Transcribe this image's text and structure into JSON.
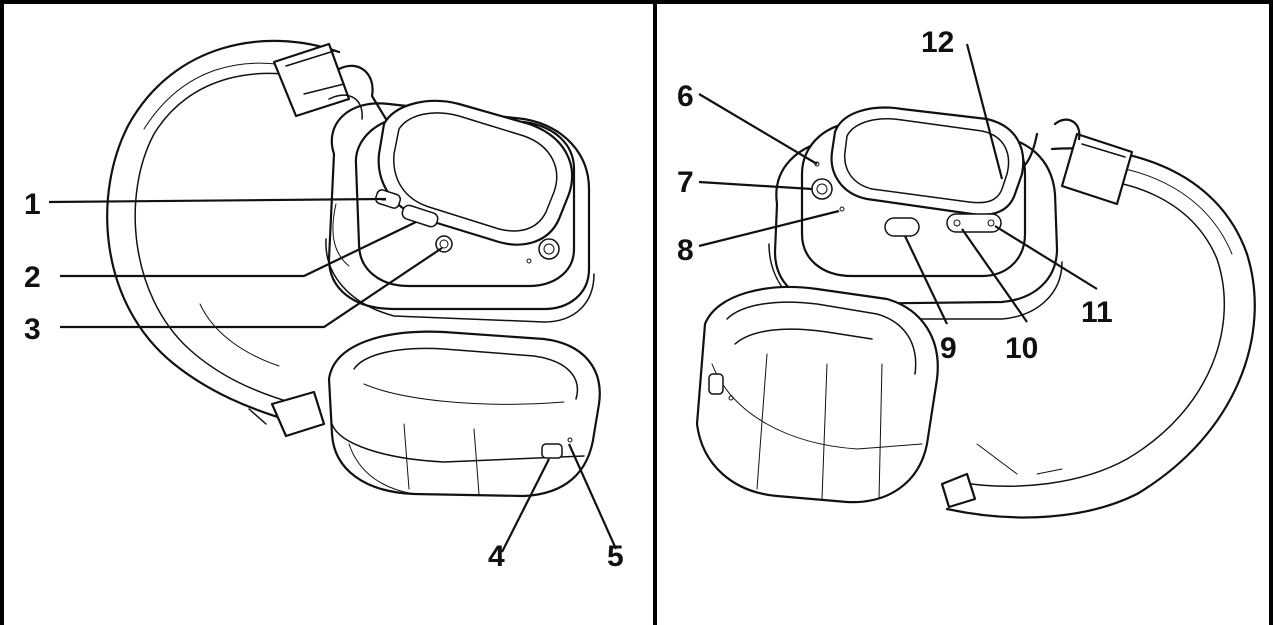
{
  "figure": {
    "left_panel": {
      "callouts": [
        {
          "label": "1"
        },
        {
          "label": "2"
        },
        {
          "label": "3"
        },
        {
          "label": "4"
        },
        {
          "label": "5"
        }
      ]
    },
    "right_panel": {
      "callouts": [
        {
          "label": "6"
        },
        {
          "label": "7"
        },
        {
          "label": "8"
        },
        {
          "label": "9"
        },
        {
          "label": "10"
        },
        {
          "label": "11"
        },
        {
          "label": "12"
        }
      ]
    }
  }
}
